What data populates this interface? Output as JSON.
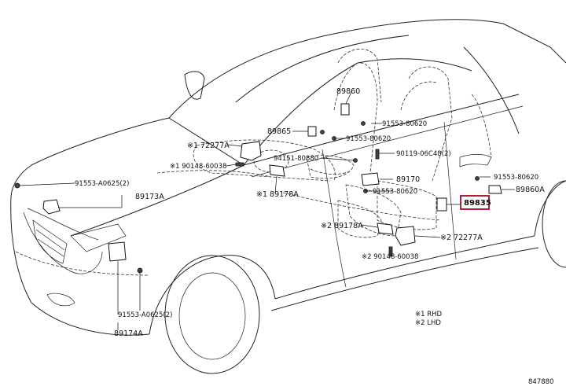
{
  "labels": {
    "p89860_top": "89860",
    "p89865": "89865",
    "p91553_80620_a": "91553-80620",
    "p91553_80620_b": "91553-80620",
    "p72277a_1": "※1 72277A",
    "p94151": "94151-80880",
    "p90119": "90119-06C48(2)",
    "p90148_1": "※1 90148-60038",
    "p91553_80620_c": "91553-80620",
    "p91553_a0625_top": "91553-A0625(2)",
    "p89173a": "89173A",
    "p89170": "89170",
    "p89860a": "89860A",
    "p89178a_1": "※1 89178A",
    "p91553_80620_d": "91553-80620",
    "p89835": "89835",
    "p89178a_2": "※2 89178A",
    "p72277a_2": "※2 72277A",
    "p90148_2": "※2 90148-60038",
    "p91553_a0625_bot": "91553-A0625(2)",
    "p89174a": "89174A",
    "legend_rhd": "※1 RHD",
    "legend_lhd": "※2 LHD",
    "diagram_code": "847880"
  },
  "colors": {
    "highlight_border": "#b0203a",
    "line": "#222222"
  }
}
